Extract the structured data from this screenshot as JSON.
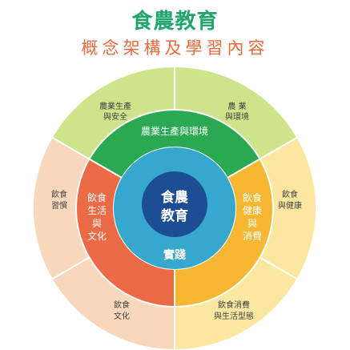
{
  "header": {
    "title": "食農教育",
    "subtitle": "概念架構及學習內容"
  },
  "diagram": {
    "center_lines": [
      "食農",
      "教育"
    ],
    "practice_label": "實踐",
    "middle_ring": {
      "top": "農業生產與環境",
      "left_lines": [
        "飲食",
        "生活",
        "與",
        "文化"
      ],
      "right_lines": [
        "飲食",
        "健康",
        "與",
        "消費"
      ]
    },
    "outer_ring": {
      "top_left_lines": [
        "農業生產",
        "與安全"
      ],
      "top_right_lines": [
        "農 業",
        "與環境"
      ],
      "left_upper_lines": [
        "飲食",
        "習慣"
      ],
      "left_lower_lines": [
        "飲食",
        "文化"
      ],
      "right_upper_lines": [
        "飲食",
        "與健康"
      ],
      "right_lower_lines": [
        "飲食消費",
        "與生活型態"
      ]
    },
    "colors": {
      "outer_top": "#cde48a",
      "outer_left": "#f8d7bc",
      "outer_right": "#fbe7a0",
      "middle_top": "#2aa952",
      "middle_left": "#ec6a45",
      "middle_right": "#f5b731",
      "inner_circle": "#36a7cd",
      "center_circle": "#1d4e93",
      "title": "#21a56a",
      "subtitle": "#e96a3b"
    }
  }
}
